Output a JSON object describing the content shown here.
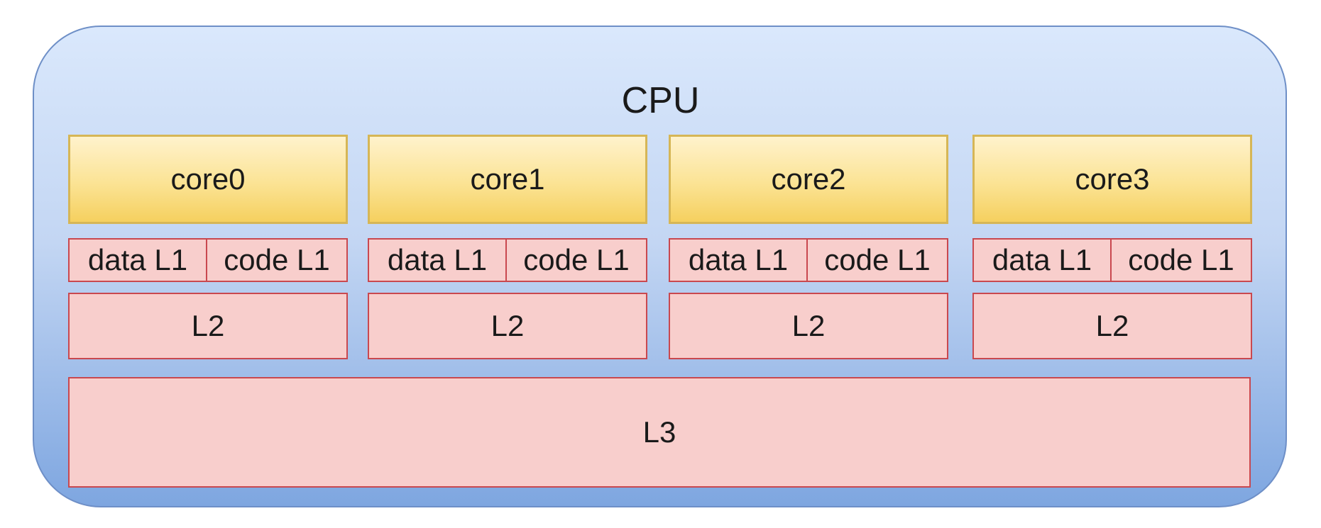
{
  "cpu": {
    "label": "CPU"
  },
  "cores": [
    {
      "name": "core0",
      "l1_data": "data L1",
      "l1_code": "code L1",
      "l2": "L2"
    },
    {
      "name": "core1",
      "l1_data": "data L1",
      "l1_code": "code L1",
      "l2": "L2"
    },
    {
      "name": "core2",
      "l1_data": "data L1",
      "l1_code": "code L1",
      "l2": "L2"
    },
    {
      "name": "core3",
      "l1_data": "data L1",
      "l1_code": "code L1",
      "l2": "L2"
    }
  ],
  "l3": {
    "label": "L3"
  },
  "colors": {
    "cpu_fill_top": "#dae8fc",
    "cpu_fill_bottom": "#7ea6e0",
    "core_fill": "#fff2cc",
    "core_border": "#d6b656",
    "cache_fill": "#f8cecc",
    "cache_border": "#c9484f"
  }
}
